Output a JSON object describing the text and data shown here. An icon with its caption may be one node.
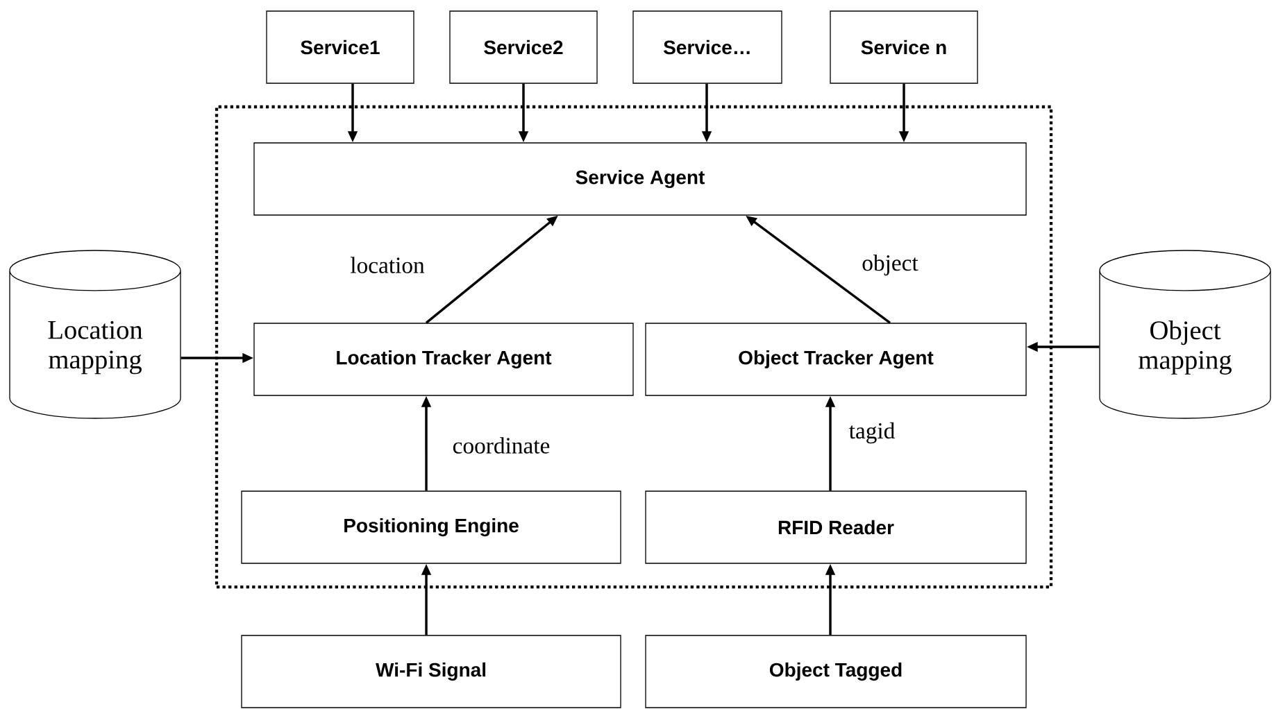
{
  "diagram": {
    "nodes": [
      {
        "text": [
          "Service1"
        ]
      },
      {
        "text": [
          "Service2"
        ]
      },
      {
        "text": [
          "Service…"
        ]
      },
      {
        "text": [
          "Service n"
        ]
      },
      {
        "text": [],
        "shape": "box"
      },
      {
        "text": [
          "Service Agent"
        ],
        "in": 4
      },
      {
        "text": [
          "Location mapping"
        ]
      },
      {
        "text": [
          "Location Tracker Agent"
        ],
        "in": 4
      },
      {
        "text": [
          "Object Tracker Agent"
        ],
        "in": 4
      },
      {
        "text": [
          "Object mapping"
        ]
      },
      {
        "text": [
          "Positioning Engine"
        ],
        "in": 4
      },
      {
        "text": [
          "RFID Reader"
        ],
        "in": 4
      },
      {
        "text": [
          "Wi-Fi Signal"
        ]
      },
      {
        "text": [
          "Object Tagged"
        ]
      }
    ],
    "edges": [
      {
        "from": 0,
        "to": 5,
        "arrow": "to"
      },
      {
        "from": 1,
        "to": 5,
        "arrow": "to"
      },
      {
        "from": 2,
        "to": 5,
        "arrow": "to"
      },
      {
        "from": 3,
        "to": 5,
        "arrow": "to"
      },
      {
        "from": 7,
        "to": 5,
        "arrow": "to",
        "label": "location"
      },
      {
        "from": 8,
        "to": 5,
        "arrow": "to",
        "label": "object"
      },
      {
        "from": 6,
        "to": 7,
        "arrow": "to"
      },
      {
        "from": 9,
        "to": 8,
        "arrow": "to"
      },
      {
        "from": 10,
        "to": 7,
        "arrow": "to",
        "label": "coordinate"
      },
      {
        "from": 11,
        "to": 8,
        "arrow": "to",
        "label": "tagid"
      },
      {
        "from": 12,
        "to": 10,
        "arrow": "to"
      },
      {
        "from": 13,
        "to": 11,
        "arrow": "to"
      }
    ]
  }
}
